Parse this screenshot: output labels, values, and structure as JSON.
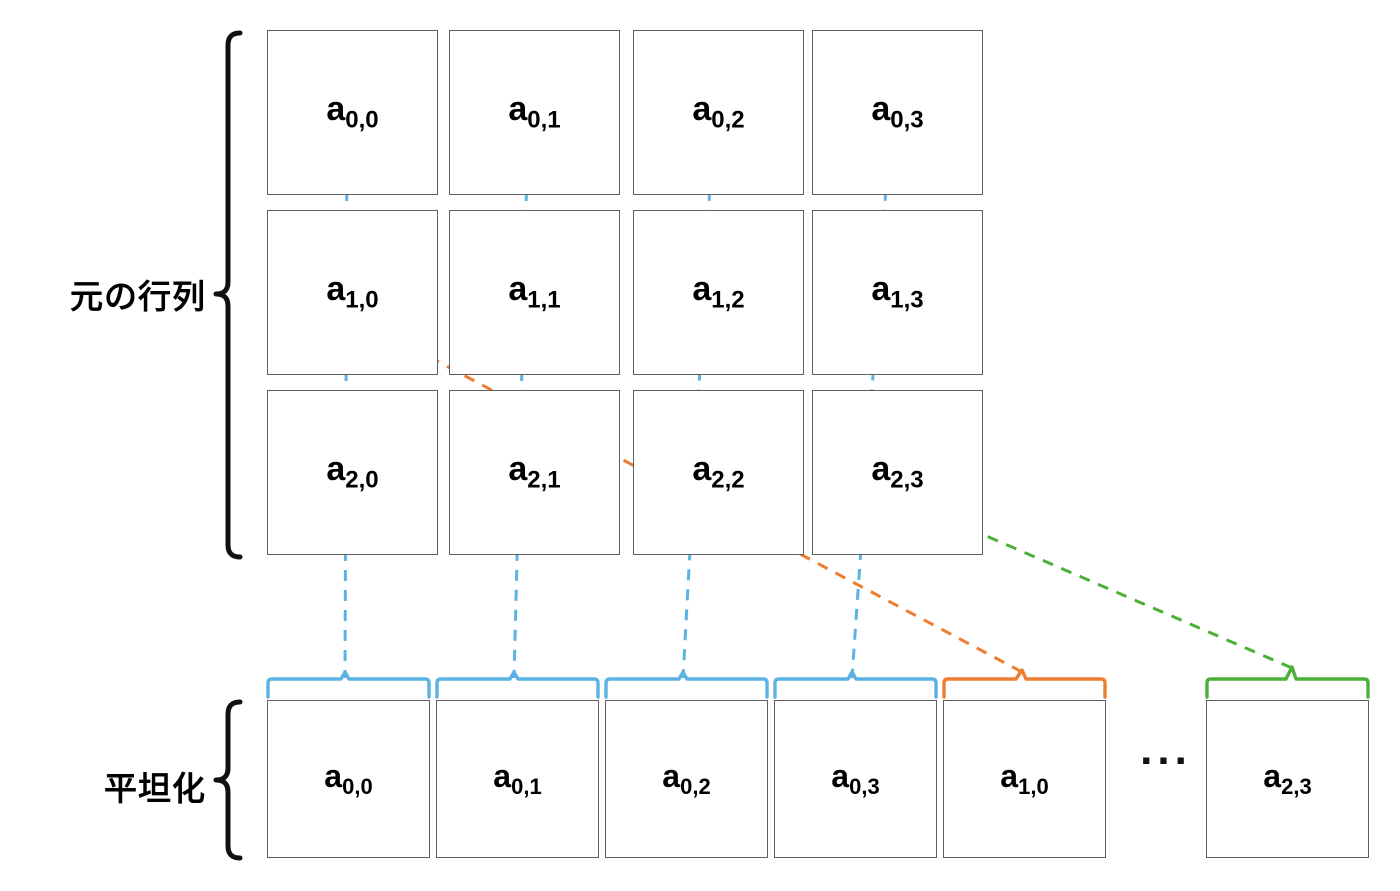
{
  "diagram": {
    "title_semantic": "matrix-flatten-diagram",
    "labels": {
      "original_matrix": "元の行列",
      "flattened": "平坦化",
      "ellipsis": "..."
    },
    "colors": {
      "cell_border": "#5f5f5f",
      "cell_fill": "#ffffff",
      "text": "#000000",
      "brace": "#111111",
      "link_blue": "#5BB3E4",
      "link_orange": "#ED7D31",
      "link_green": "#4CAF38"
    },
    "matrix": {
      "rows": 3,
      "cols": 4,
      "cells": [
        [
          {
            "base": "a",
            "sub": "0,0"
          },
          {
            "base": "a",
            "sub": "0,1"
          },
          {
            "base": "a",
            "sub": "0,2"
          },
          {
            "base": "a",
            "sub": "0,3"
          }
        ],
        [
          {
            "base": "a",
            "sub": "1,0"
          },
          {
            "base": "a",
            "sub": "1,1"
          },
          {
            "base": "a",
            "sub": "1,2"
          },
          {
            "base": "a",
            "sub": "1,3"
          }
        ],
        [
          {
            "base": "a",
            "sub": "2,0"
          },
          {
            "base": "a",
            "sub": "2,1"
          },
          {
            "base": "a",
            "sub": "2,2"
          },
          {
            "base": "a",
            "sub": "2,3"
          }
        ]
      ]
    },
    "flattened": {
      "count_shown": 6,
      "cells": [
        {
          "base": "a",
          "sub": "0,0",
          "bracket_color": "#5BB3E4"
        },
        {
          "base": "a",
          "sub": "0,1",
          "bracket_color": "#5BB3E4"
        },
        {
          "base": "a",
          "sub": "0,2",
          "bracket_color": "#5BB3E4"
        },
        {
          "base": "a",
          "sub": "0,3",
          "bracket_color": "#5BB3E4"
        },
        {
          "base": "a",
          "sub": "1,0",
          "bracket_color": "#ED7D31"
        },
        {
          "base": "a",
          "sub": "2,3",
          "bracket_color": "#4CAF38"
        }
      ]
    },
    "links": [
      {
        "from": "0,0",
        "to": "0,0",
        "color": "#5BB3E4"
      },
      {
        "from": "0,1",
        "to": "0,1",
        "color": "#5BB3E4"
      },
      {
        "from": "0,2",
        "to": "0,2",
        "color": "#5BB3E4"
      },
      {
        "from": "0,3",
        "to": "0,3",
        "color": "#5BB3E4"
      },
      {
        "from": "1,0",
        "to": "1,0",
        "color": "#ED7D31"
      },
      {
        "from": "2,3",
        "to": "2,3",
        "color": "#4CAF38"
      }
    ]
  }
}
